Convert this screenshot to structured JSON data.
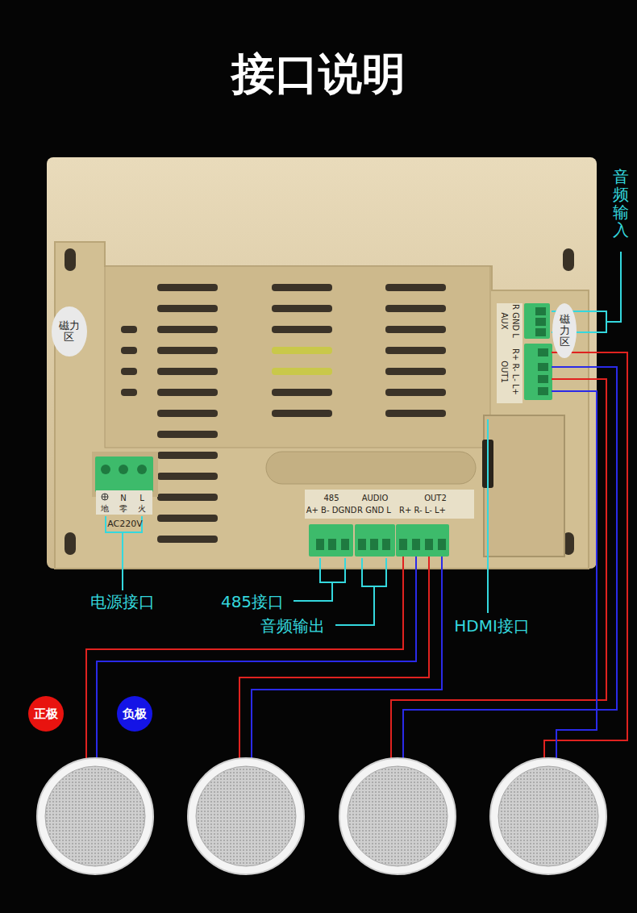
{
  "diagram": {
    "title": "接口说明",
    "nodes": [
      {
        "text": [
          "磁力区"
        ]
      },
      {
        "text": [
          "磁力区"
        ]
      },
      {
        "text": [
          "正极"
        ]
      },
      {
        "text": [
          "负极"
        ]
      }
    ],
    "labels": [
      "485",
      "A+ B- DGND",
      "AUDIO",
      "R GND L",
      "OUT2",
      "R+ R- L- L+",
      "AUX",
      "R GND L",
      "OUT1",
      "R+ R- L- L+",
      "地",
      "N",
      "零",
      "L",
      "火",
      "AC220V",
      "电源接口",
      "485接口",
      "音频输出",
      "HDMI接口",
      "音频输入"
    ]
  }
}
